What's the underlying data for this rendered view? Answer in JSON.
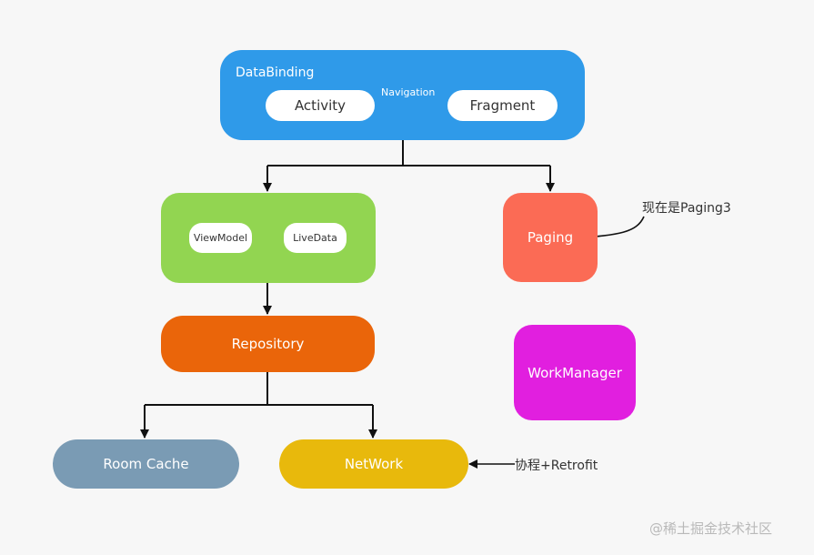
{
  "diagram": {
    "databinding": {
      "title": "DataBinding",
      "activity": "Activity",
      "fragment": "Fragment",
      "navigation_label": "Navigation",
      "color": "#2f9ae9"
    },
    "viewmodel_group": {
      "viewmodel": "ViewModel",
      "livedata": "LiveData",
      "color": "#92d551"
    },
    "paging": {
      "label": "Paging",
      "color": "#fb6b55"
    },
    "paging_note": "现在是Paging3",
    "repository": {
      "label": "Repository",
      "color": "#ea650a"
    },
    "workmanager": {
      "label": "WorkManager",
      "color": "#e11fdf"
    },
    "room_cache": {
      "label": "Room Cache",
      "color": "#7a9bb4"
    },
    "network": {
      "label": "NetWork",
      "color": "#e8b90c"
    },
    "network_note": "协程+Retrofit"
  },
  "watermark": "@稀土掘金技术社区",
  "colors": {
    "line": "#111111",
    "background": "#f7f7f7"
  }
}
